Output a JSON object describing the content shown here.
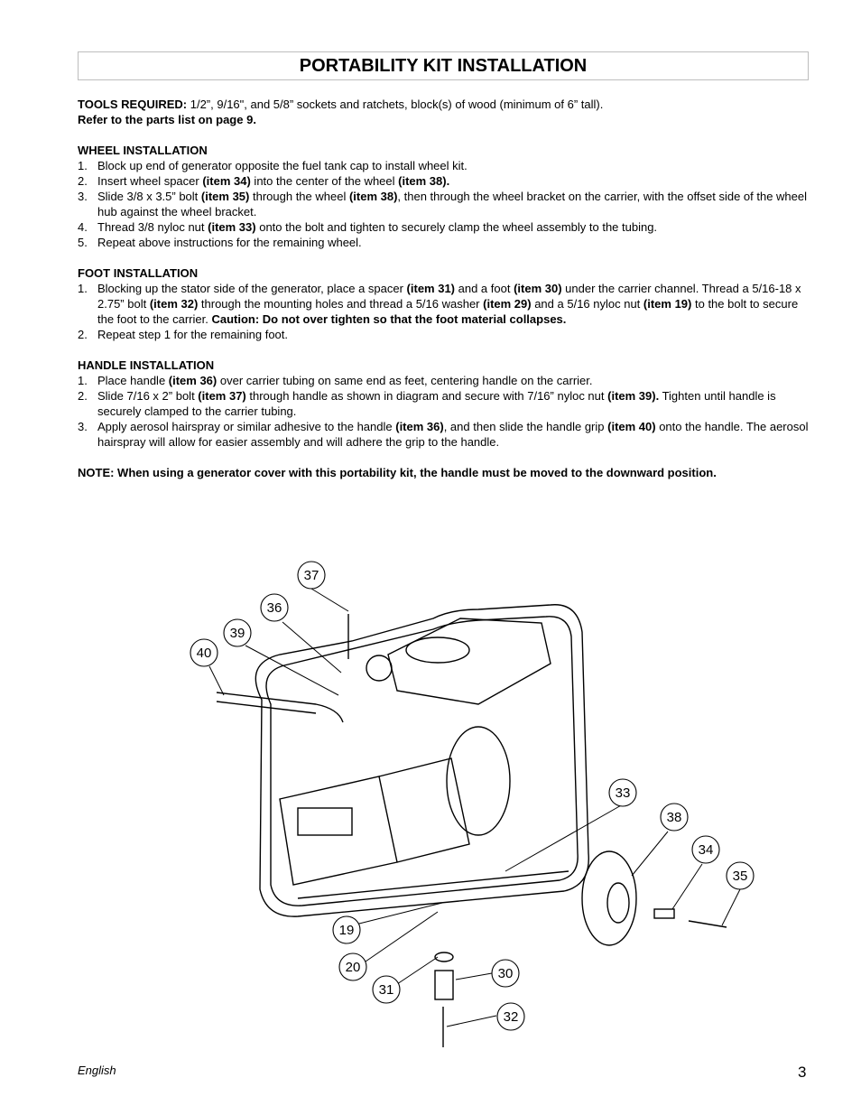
{
  "title": "PORTABILITY KIT INSTALLATION",
  "tools": {
    "label": "TOOLS  REQUIRED:",
    "text": "  1/2”, 9/16\", and 5/8” sockets and ratchets, block(s) of wood (minimum of 6” tall).",
    "refer": "Refer to the parts list on page 9."
  },
  "wheel": {
    "heading": "WHEEL INSTALLATION",
    "s1": "Block up end of generator opposite the fuel tank cap to install wheel kit.",
    "s2a": "Insert wheel spacer ",
    "s2b": "(item 34)",
    "s2c": " into the center of the wheel ",
    "s2d": "(item 38).",
    "s3a": "Slide 3/8 x 3.5” bolt ",
    "s3b": "(item 35)",
    "s3c": " through the wheel ",
    "s3d": "(item 38)",
    "s3e": ", then through the wheel bracket on the carrier, with the offset side of the wheel hub against the wheel bracket.",
    "s4a": "Thread 3/8 nyloc nut ",
    "s4b": "(item 33)",
    "s4c": " onto the bolt and tighten to securely clamp the wheel assembly to the tubing.",
    "s5": "Repeat above instructions for the remaining wheel."
  },
  "foot": {
    "heading": "FOOT INSTALLATION",
    "s1a": "Blocking up the stator side of the generator, place a spacer ",
    "s1b": "(item 31)",
    "s1c": " and a  foot ",
    "s1d": "(item 30)",
    "s1e": " under the carrier channel.  Thread a 5/16-18 x 2.75” bolt ",
    "s1f": "(item 32)",
    "s1g": " through the mounting holes and thread a 5/16 washer ",
    "s1h": "(item 29)",
    "s1i": " and a 5/16 nyloc nut ",
    "s1j": "(item 19)",
    "s1k": " to the bolt to secure the foot to the carrier.  ",
    "s1l": "Caution: Do not over tighten so that the foot material collapses.",
    "s2": "Repeat step 1 for the remaining foot."
  },
  "handle": {
    "heading": "HANDLE INSTALLATION",
    "s1a": "Place handle ",
    "s1b": "(item 36)",
    "s1c": " over carrier tubing on same end as feet, centering handle on the carrier.",
    "s2a": "Slide 7/16 x 2” bolt ",
    "s2b": "(item 37)",
    "s2c": " through handle as shown in diagram and secure with 7/16” nyloc nut ",
    "s2d": "(item 39).",
    "s2e": "  Tighten until handle is securely clamped to the carrier tubing.",
    "s3a": "Apply aerosol hairspray or similar adhesive to the handle ",
    "s3b": "(item 36)",
    "s3c": ", and then slide the handle grip ",
    "s3d": "(item 40)",
    "s3e": " onto the handle.  The aerosol hairspray will allow for easier assembly and will adhere the grip to the handle."
  },
  "note": "NOTE:  When using a generator cover with this portability kit, the handle must be moved to the downward position.",
  "numbers": [
    "1.",
    "2.",
    "3.",
    "4.",
    "5."
  ],
  "callouts": [
    "37",
    "36",
    "39",
    "40",
    "33",
    "38",
    "34",
    "35",
    "19",
    "20",
    "31",
    "30",
    "32"
  ],
  "footer": {
    "language": "English",
    "page": "3"
  }
}
